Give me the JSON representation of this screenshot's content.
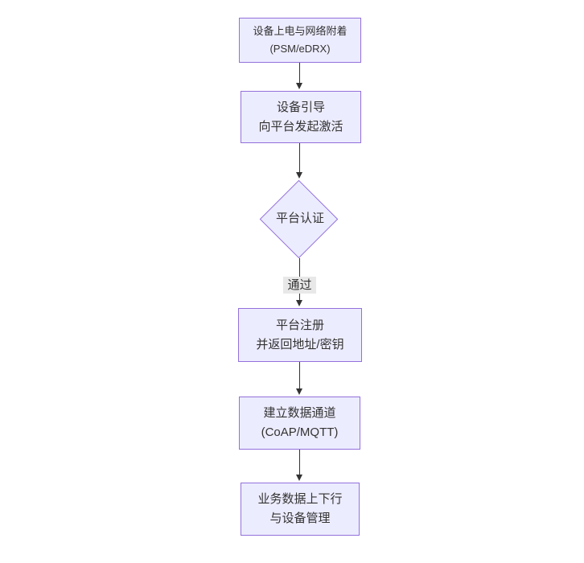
{
  "colors": {
    "node_fill": "#ECECFF",
    "node_border": "#9370DB",
    "edge_color": "#333333",
    "text_color": "#333333",
    "edge_label_bg": "#e8e8e8",
    "background": "#ffffff"
  },
  "diagram": {
    "type": "flowchart",
    "direction": "top-down",
    "nodes": [
      {
        "id": "A",
        "shape": "rect",
        "lines": [
          "设备上电与网络附着",
          "(PSM/eDRX)"
        ]
      },
      {
        "id": "B",
        "shape": "rect",
        "lines": [
          "设备引导",
          "向平台发起激活"
        ]
      },
      {
        "id": "C",
        "shape": "diamond",
        "lines": [
          "平台认证"
        ]
      },
      {
        "id": "D",
        "shape": "rect",
        "lines": [
          "平台注册",
          "并返回地址/密钥"
        ]
      },
      {
        "id": "E",
        "shape": "rect",
        "lines": [
          "建立数据通道",
          "(CoAP/MQTT)"
        ]
      },
      {
        "id": "F",
        "shape": "rect",
        "lines": [
          "业务数据上下行",
          "与设备管理"
        ]
      }
    ],
    "edges": [
      {
        "from": "A",
        "to": "B",
        "label": ""
      },
      {
        "from": "B",
        "to": "C",
        "label": ""
      },
      {
        "from": "C",
        "to": "D",
        "label": "通过"
      },
      {
        "from": "D",
        "to": "E",
        "label": ""
      },
      {
        "from": "E",
        "to": "F",
        "label": ""
      }
    ]
  }
}
